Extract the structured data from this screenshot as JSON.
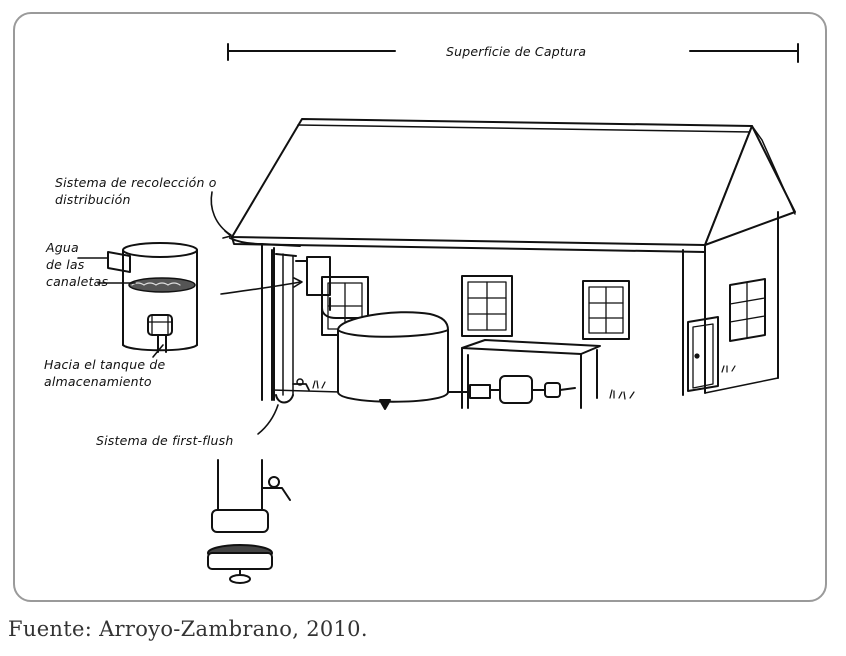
{
  "labels": {
    "capture_surface": "Superficie de Captura",
    "collection_system_1": "Sistema de recolección o",
    "collection_system_2": "distribución",
    "gutter_water_1": "Agua",
    "gutter_water_2": "de las",
    "gutter_water_3": "canaletas",
    "to_tank_1": "Hacia el tanque de",
    "to_tank_2": "almacenamiento",
    "first_flush": "Sistema de first-flush"
  },
  "caption": "Fuente: Arroyo-Zambrano, 2010."
}
